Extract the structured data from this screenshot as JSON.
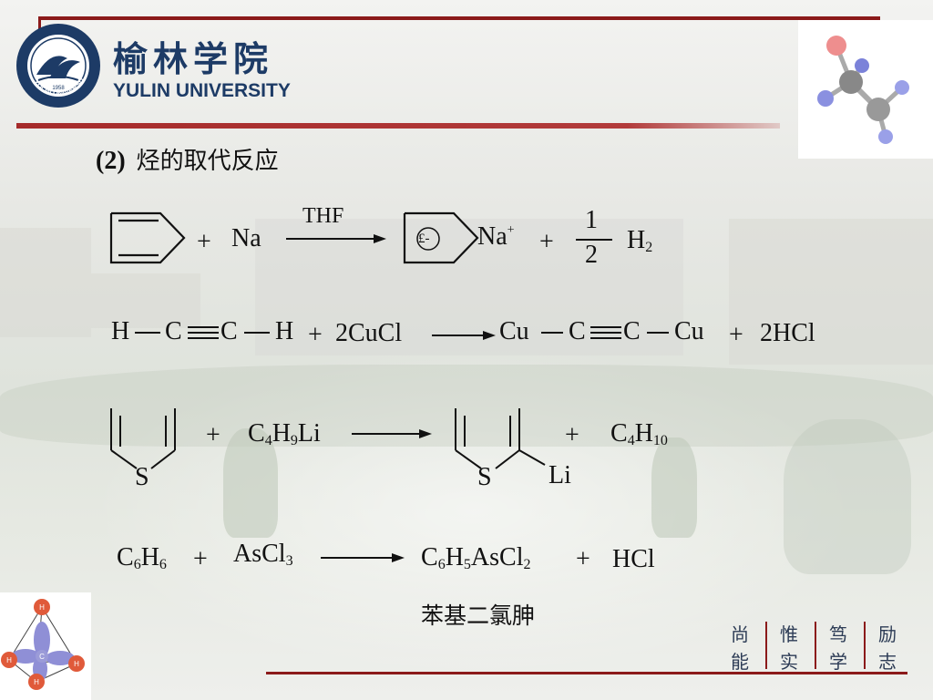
{
  "header": {
    "university_cn": "榆林学院",
    "university_en": "YULIN UNIVERSITY",
    "seal_text": "YULIN UNIVERSITY",
    "seal_year": "1958"
  },
  "section": {
    "number": "(2)",
    "title": "烃的取代反应"
  },
  "reaction1": {
    "reagent": "Na",
    "condition": "THF",
    "ion": "Na",
    "ion_charge": "+",
    "anion_mark": "£-",
    "coef_num": "1",
    "coef_den": "2",
    "product2": "H",
    "product2_sub": "2"
  },
  "reaction2": {
    "left": "H",
    "c1": "C",
    "c2": "C",
    "right": "H",
    "reagent": "2CuCl",
    "p_left": "Cu",
    "p_c1": "C",
    "p_c2": "C",
    "p_right": "Cu",
    "byproduct": "2HCl"
  },
  "reaction3": {
    "reagent_main": "C",
    "reagent_sub1": "4",
    "reagent_h": "H",
    "reagent_sub2": "9",
    "reagent_tail": "Li",
    "s_label": "S",
    "li_label": "Li",
    "byproduct_c": "C",
    "byproduct_sub1": "4",
    "byproduct_h": "H",
    "byproduct_sub2": "10"
  },
  "reaction4": {
    "r1_c": "C",
    "r1_sub1": "6",
    "r1_h": "H",
    "r1_sub2": "6",
    "r2": "AsCl",
    "r2_sub": "3",
    "p1_c": "C",
    "p1_sub1": "6",
    "p1_h": "H",
    "p1_sub2": "5",
    "p1_as": "AsCl",
    "p1_sub3": "2",
    "p2": "HCl",
    "product_name": "苯基二氯胂"
  },
  "plus": "+",
  "motto": [
    "尚",
    "惟",
    "笃",
    "励",
    "能",
    "实",
    "学",
    "志"
  ],
  "atoms": {
    "hydrogen": "H",
    "carbon": "C"
  },
  "colors": {
    "brand_red": "#8b1a1a",
    "brand_blue": "#1d3b66"
  }
}
